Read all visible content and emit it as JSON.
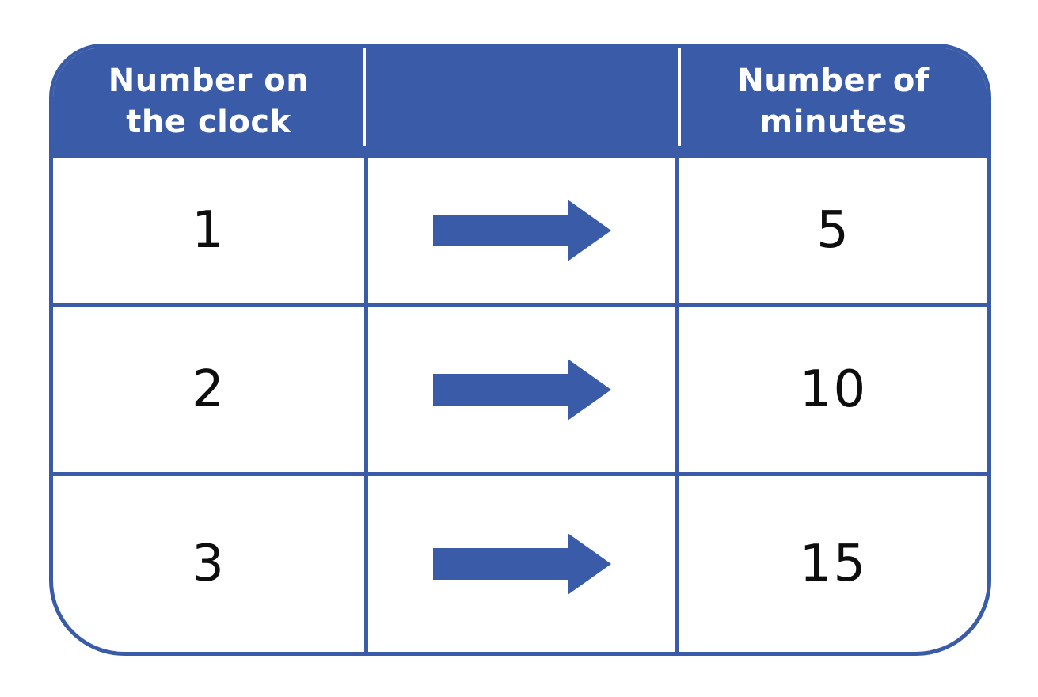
{
  "table": {
    "header": {
      "clock_label": "Number on\nthe clock",
      "minutes_label": "Number of\nminutes"
    },
    "rows": [
      {
        "clock": "1",
        "minutes": "5"
      },
      {
        "clock": "2",
        "minutes": "10"
      },
      {
        "clock": "3",
        "minutes": "15"
      }
    ],
    "arrow_icon": "right-arrow",
    "colors": {
      "primary_blue": "#3a5ca8",
      "header_text": "#ffffff",
      "number_text": "#0e0e0e",
      "background": "#ffffff"
    }
  }
}
